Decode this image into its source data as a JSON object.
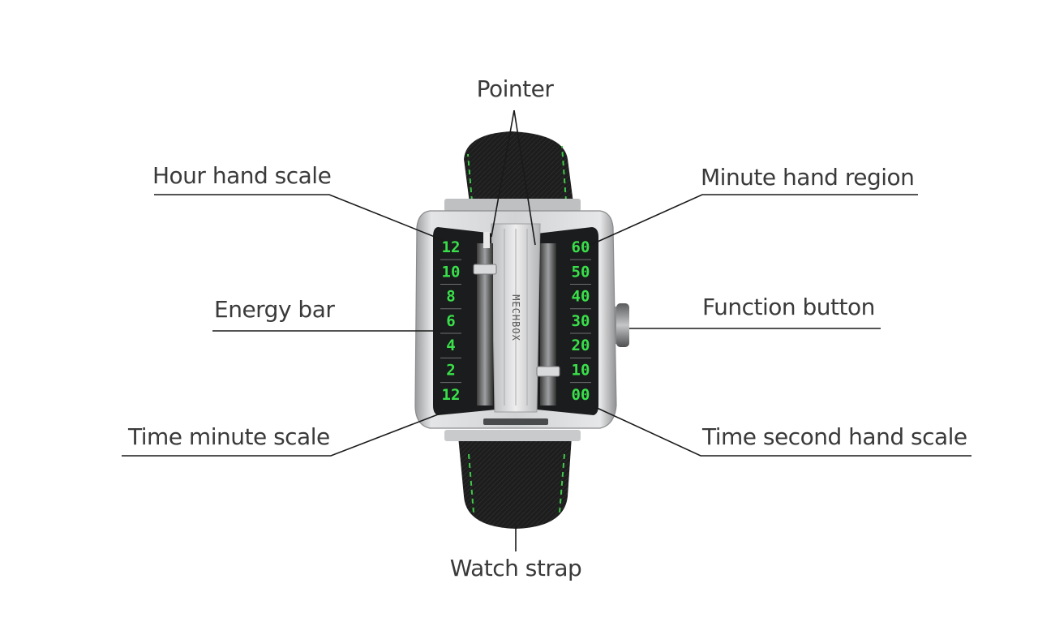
{
  "labels": {
    "pointer": "Pointer",
    "hour_hand_scale": "Hour hand scale",
    "minute_hand_region": "Minute hand region",
    "energy_bar": "Energy bar",
    "function_button": "Function button",
    "time_minute_scale": "Time minute scale",
    "time_second_hand_scale": "Time second hand scale",
    "watch_strap": "Watch strap"
  },
  "watch": {
    "hour_scale": [
      "12",
      "10",
      "8",
      "6",
      "4",
      "2",
      "12"
    ],
    "minute_scale": [
      "60",
      "50",
      "40",
      "30",
      "20",
      "10",
      "00"
    ],
    "brand_text": "MECHBOX"
  },
  "colors": {
    "numeral_green": "#39e04a",
    "case_steel": "#c8c9cb",
    "strap_black": "#1c1c1c",
    "stitch_green": "#3fc94a"
  }
}
